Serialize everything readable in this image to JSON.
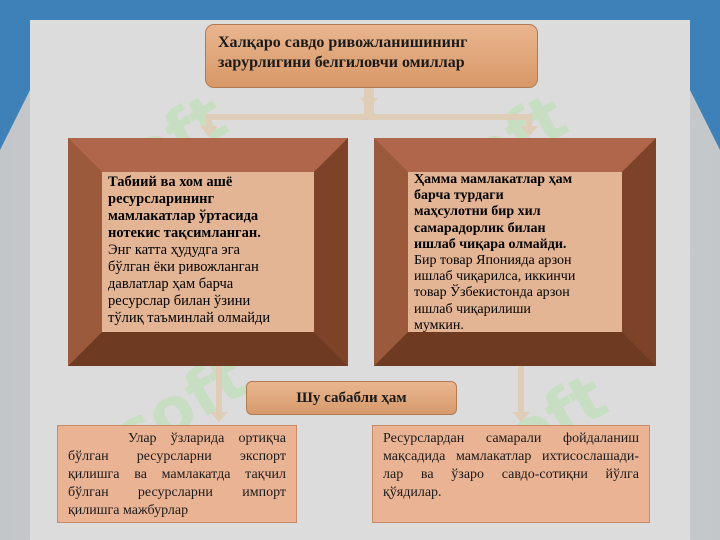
{
  "title": {
    "line1": "Халқаро савдо ривожланишининг",
    "line2": "зарурлигини белгиловчи омиллар"
  },
  "left_card": {
    "bold_lines": [
      "Табиий ва хом ашё",
      "ресурсларининг",
      "мамлакатлар ўртасида",
      "нотекис тақсимланган."
    ],
    "lines": [
      "Энг катта ҳудудга эга",
      "бўлган ёки ривожланган",
      "давлатлар ҳам барча",
      "ресурслар билан ўзини",
      "тўлиқ таъминлай олмайди"
    ]
  },
  "right_card": {
    "bold_lines": [
      "Ҳамма мамлакатлар ҳам",
      "барча турдаги",
      "маҳсулотни бир хил",
      "самарадорлик билан",
      "ишлаб чиқара олмайди."
    ],
    "lines": [
      "Бир товар Японияда арзон",
      "ишлаб чиқарилса, иккинчи",
      "товар Ўзбекистонда арзон",
      "ишлаб чиқарилиши",
      "мумкин."
    ]
  },
  "middle_label": "Шу сабабли ҳам",
  "bottom_left": "Улар ўзларида ортиқча бўлган ресурсларни экспорт қилишга ва мамлакатда тақчил бўлган ресурсларни импорт қилишга мажбурлар",
  "bottom_right": "Ресурслардан самарали фойдаланиш мақсадида мамлакатлар ихтисослашади-лар ва ўзаро савдо-сотиқни йўлга қўядилар.",
  "watermark": "soft",
  "colors": {
    "accent_band": "#3e80b8",
    "card_dark": "#8a4b2c",
    "card_light": "#e3b595"
  }
}
